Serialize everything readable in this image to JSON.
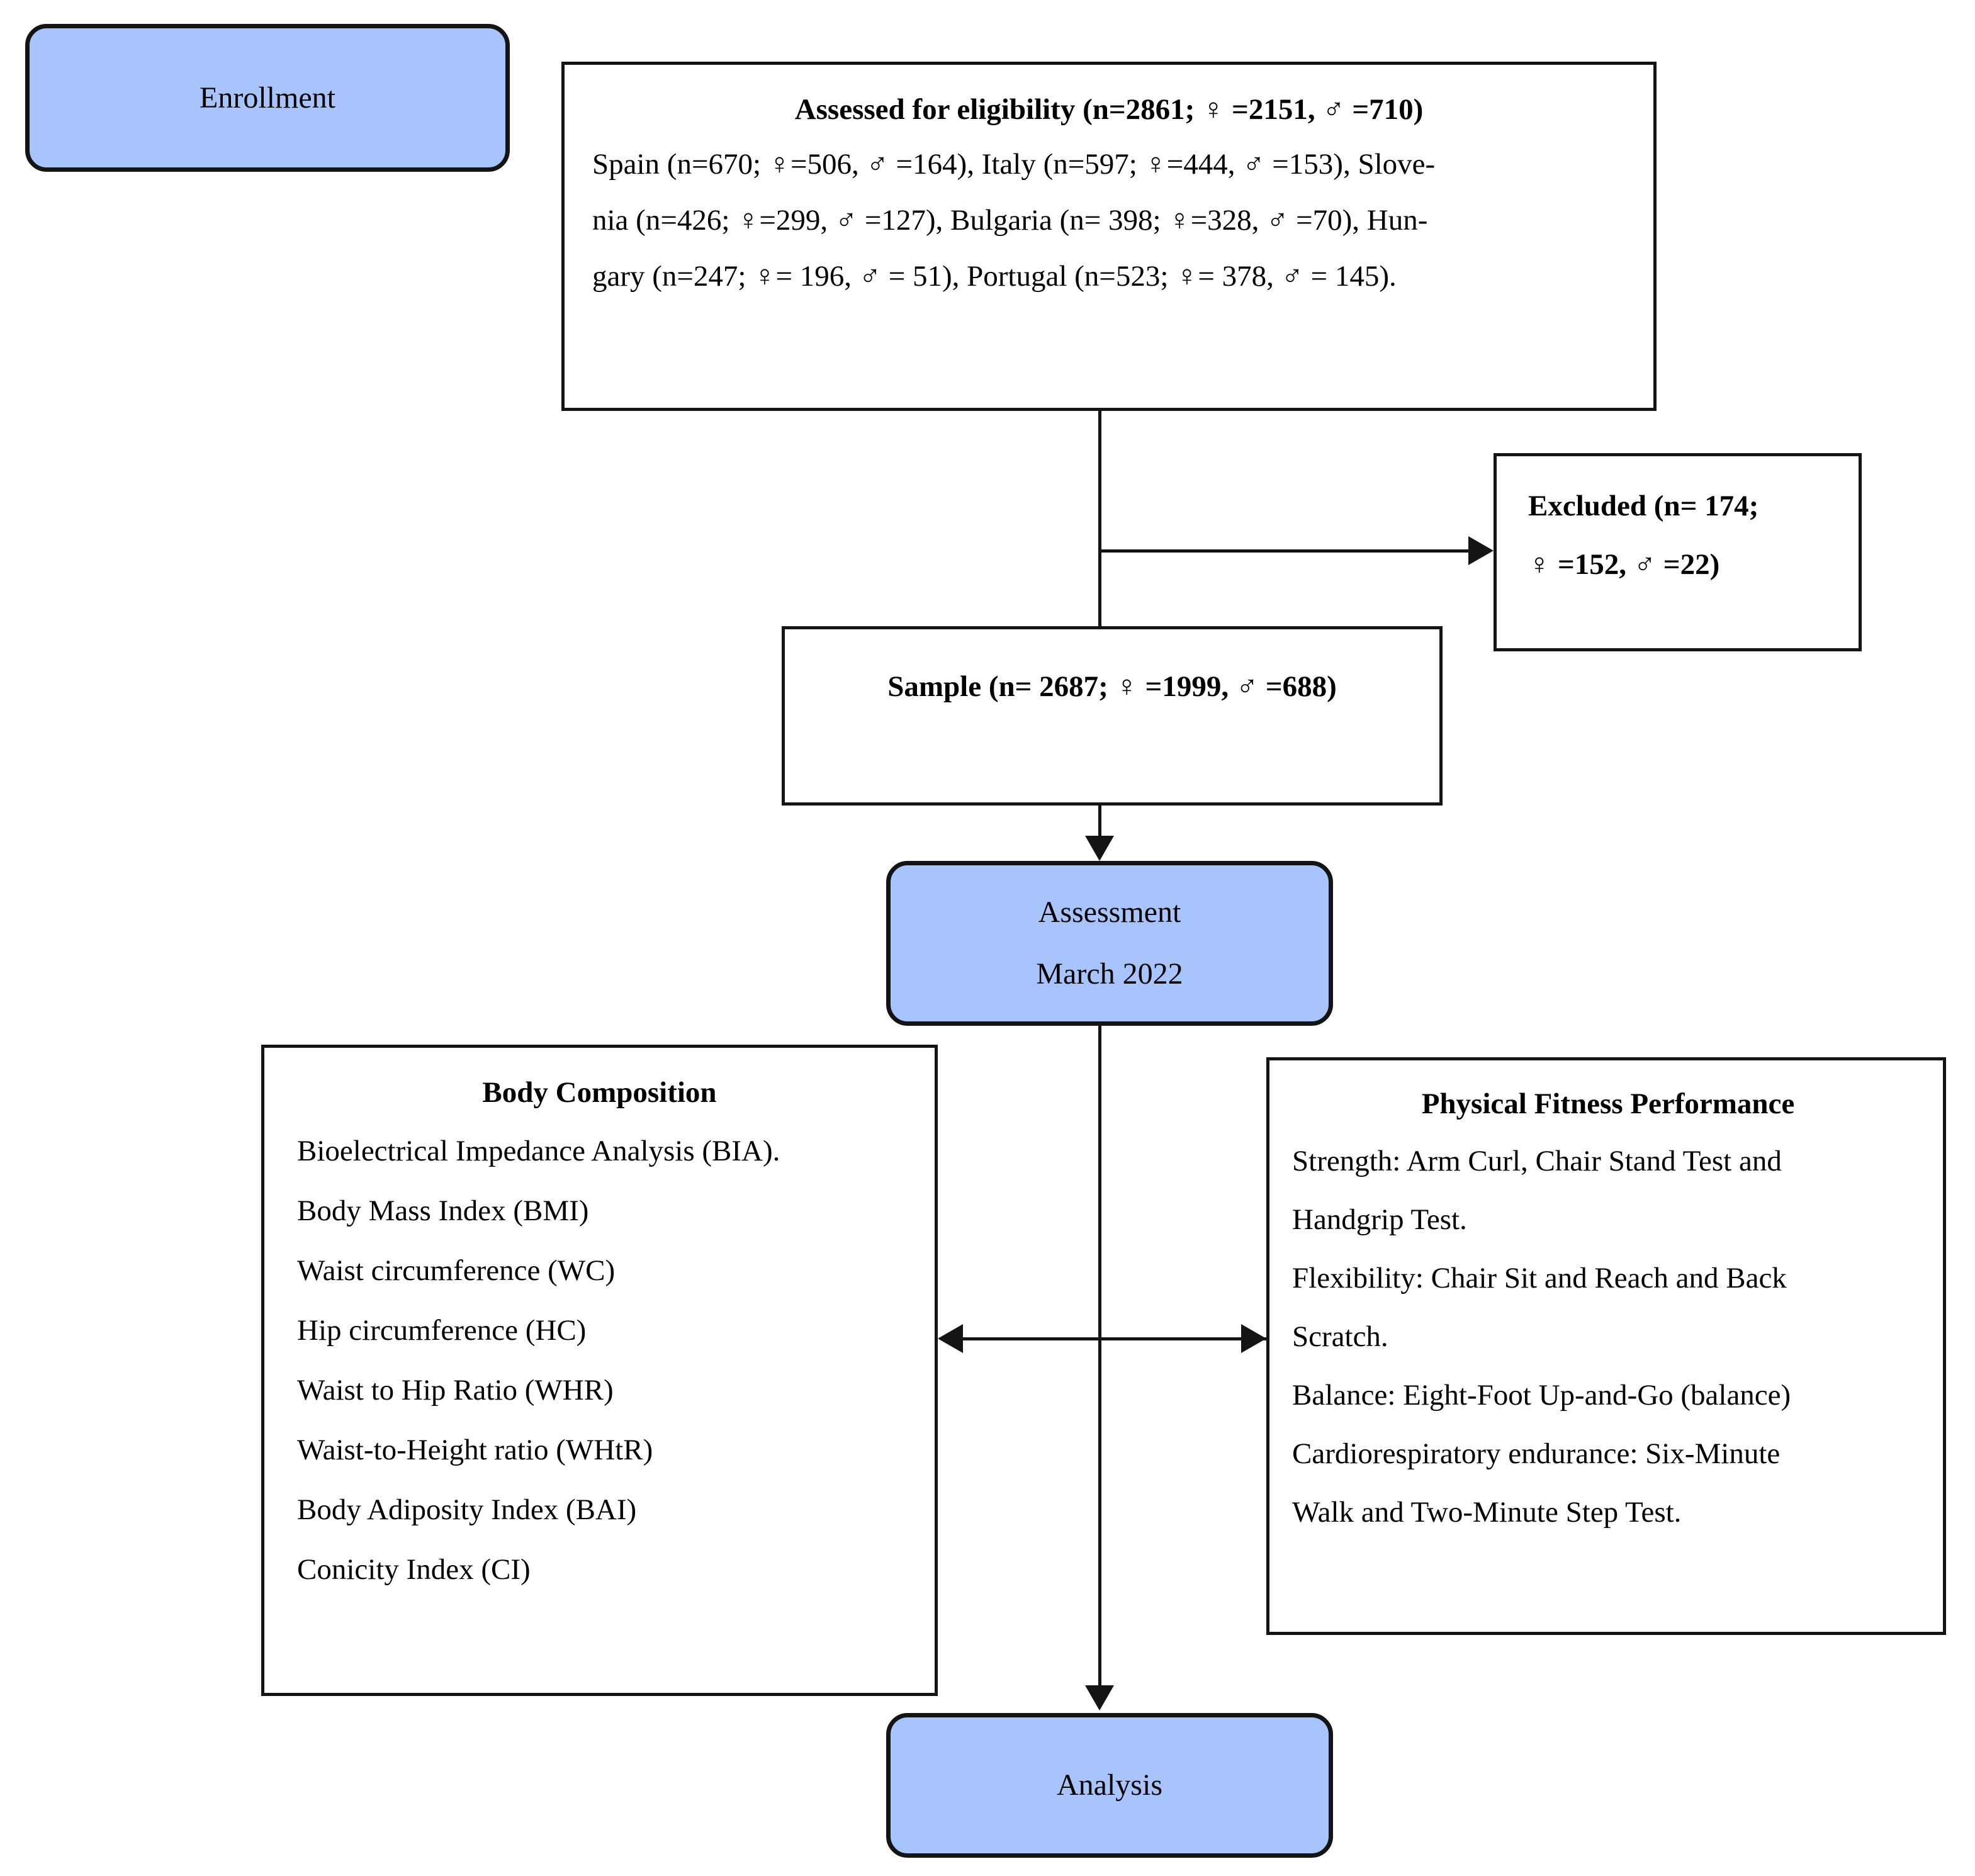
{
  "figure": {
    "type": "flowchart",
    "accent_color": "#a8c4fd",
    "line_color": "#141414"
  },
  "nodes": {
    "enrollment": {
      "label": "Enrollment"
    },
    "eligibility": {
      "title": "Assessed for eligibility (n=2861;  ♀ =2151,  ♂ =710)",
      "line1": "Spain (n=670;  ♀=506,  ♂ =164), Italy (n=597;  ♀=444,  ♂ =153), Slove-",
      "line2": "nia (n=426;  ♀=299,  ♂ =127), Bulgaria (n= 398;  ♀=328,  ♂ =70), Hun-",
      "line3": "gary (n=247;  ♀= 196, ♂ = 51),   Portugal (n=523;  ♀= 378,  ♂ = 145)."
    },
    "excluded": {
      "line1": "Excluded  (n=  174;",
      "line2": "♀ =152, ♂ =22)"
    },
    "sample": {
      "label": "Sample (n= 2687;  ♀ =1999,  ♂ =688)"
    },
    "assessment": {
      "line1": "Assessment",
      "line2": "March 2022"
    },
    "body_composition": {
      "title": "Body Composition",
      "items": [
        "Bioelectrical Impedance Analysis (BIA).",
        "Body Mass Index (BMI)",
        "Waist circumference (WC)",
        "Hip circumference (HC)",
        "Waist to Hip Ratio (WHR)",
        "Waist-to-Height ratio (WHtR)",
        "Body Adiposity Index (BAI)",
        "Conicity Index (CI)"
      ]
    },
    "physical_fitness": {
      "title": "Physical Fitness Performance",
      "lines": [
        "Strength: Arm Curl, Chair Stand Test and",
        "Handgrip Test.",
        "Flexibility: Chair Sit and Reach and Back",
        "Scratch.",
        "Balance: Eight-Foot Up-and-Go (balance)",
        "Cardiorespiratory  endurance:  Six-Minute",
        "Walk and Two-Minute Step Test."
      ]
    },
    "analysis": {
      "label": "Analysis"
    }
  }
}
